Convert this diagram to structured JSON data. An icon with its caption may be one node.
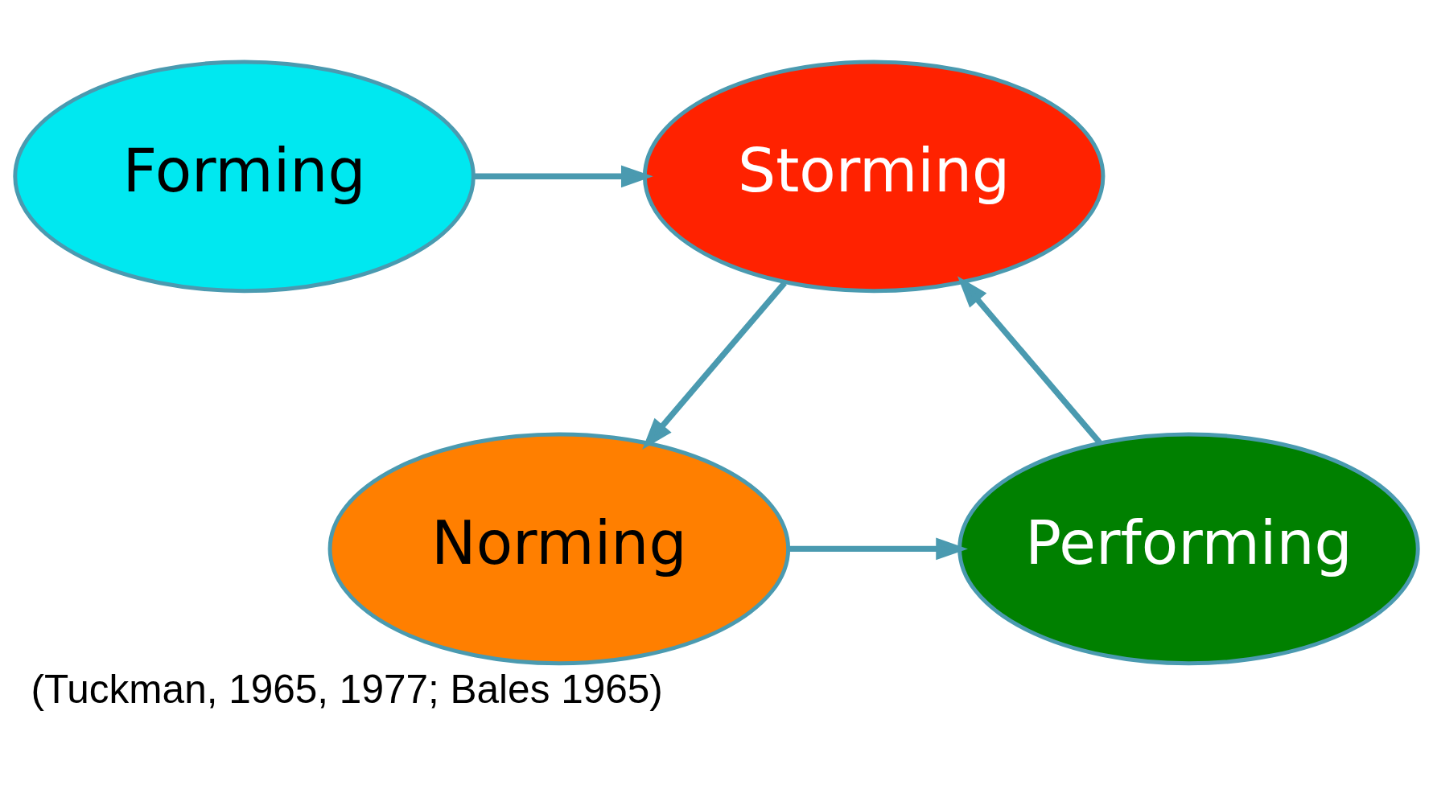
{
  "diagram": {
    "caption": "(Tuckman, 1965, 1977; Bales 1965)",
    "nodes": [
      {
        "text": [
          "Forming"
        ]
      },
      {
        "text": [
          "Storming"
        ]
      },
      {
        "text": [
          "Performing"
        ]
      },
      {
        "text": [
          "Norming"
        ]
      }
    ],
    "edges": [
      {
        "from": 0,
        "to": 1,
        "arrow": "to"
      },
      {
        "from": 1,
        "to": 3,
        "arrow": "to"
      },
      {
        "from": 3,
        "to": 2,
        "arrow": "to"
      },
      {
        "from": 2,
        "to": 1,
        "arrow": "to"
      }
    ]
  }
}
